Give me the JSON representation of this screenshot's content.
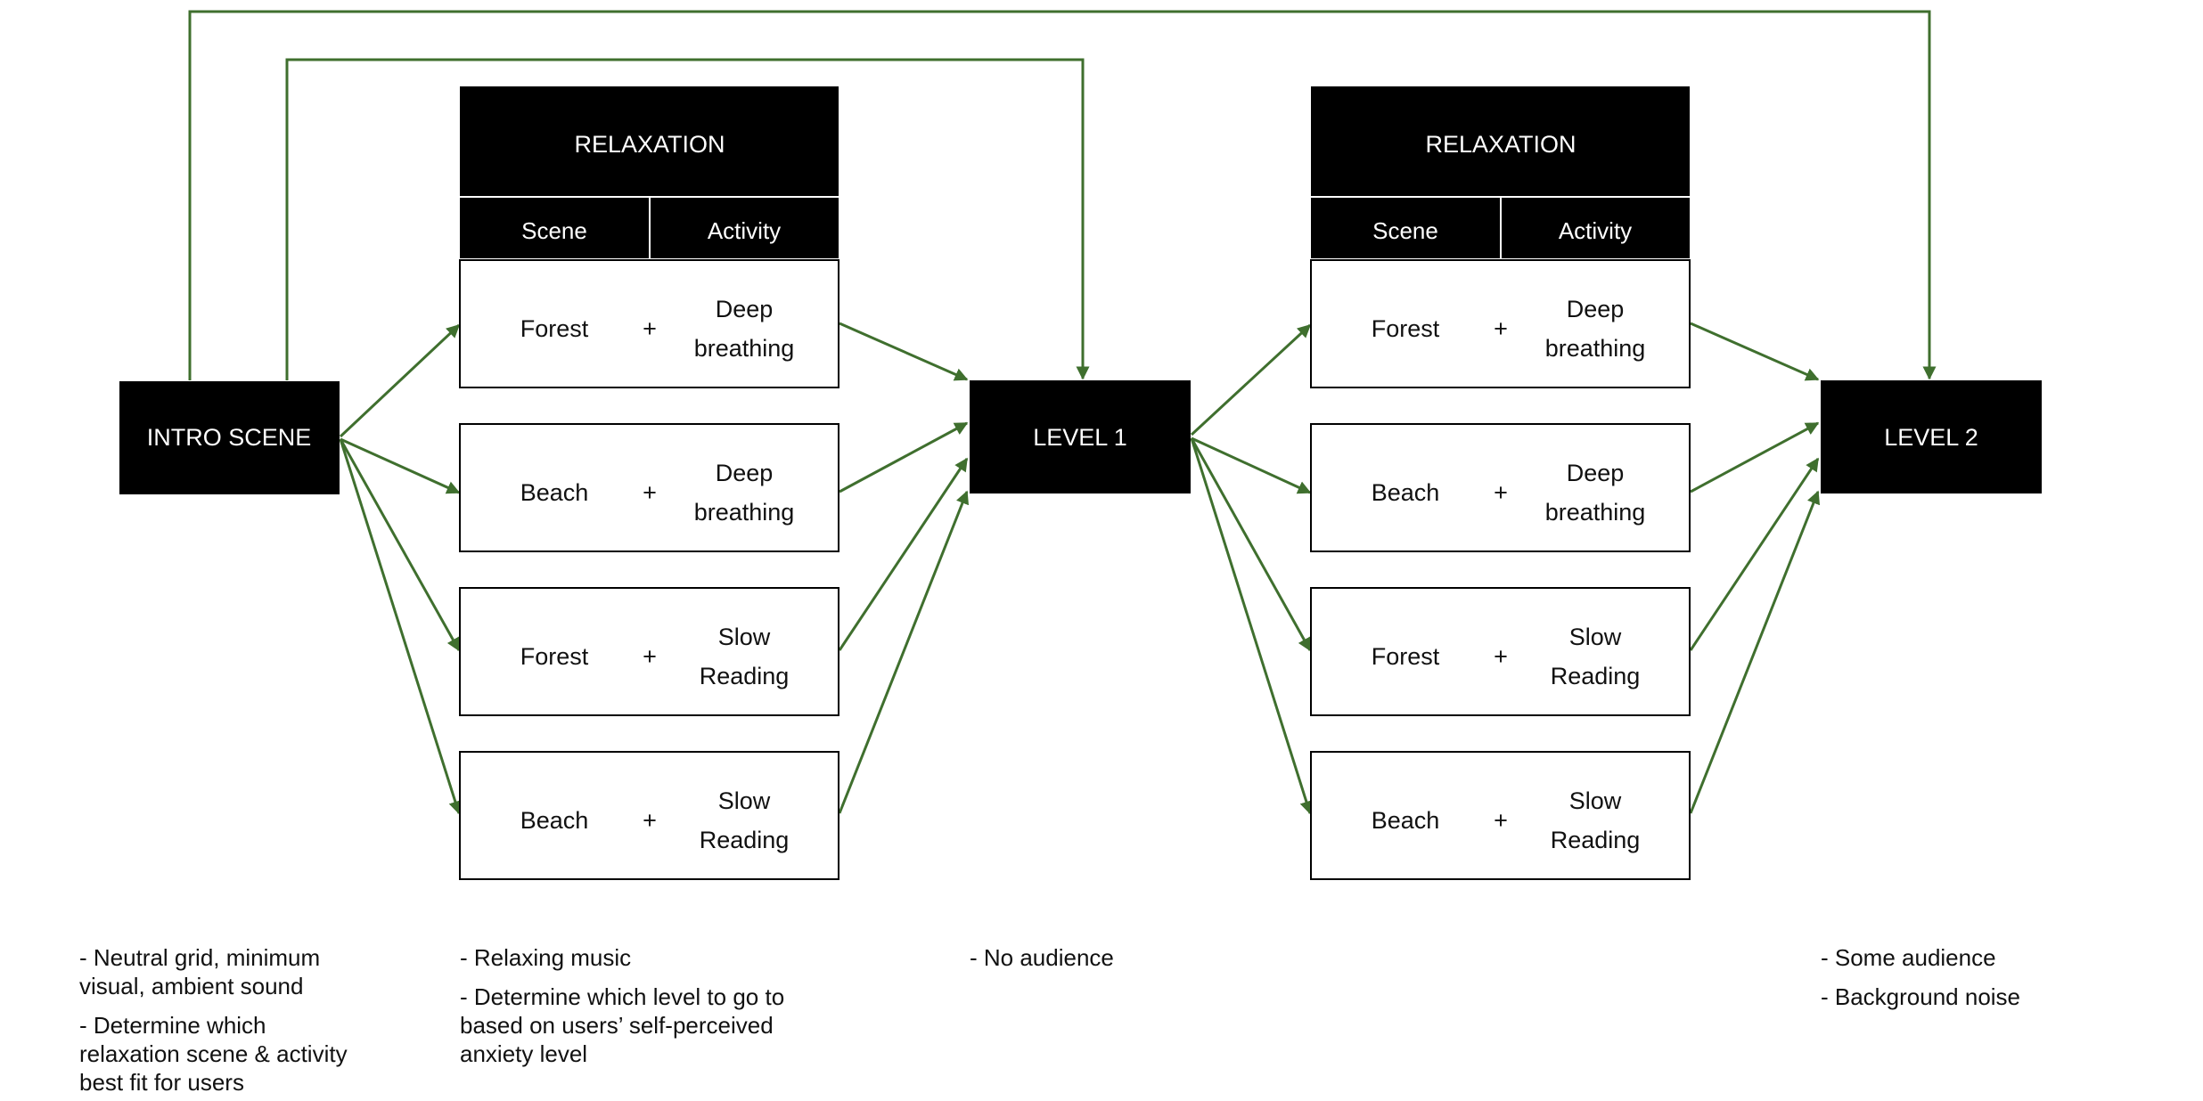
{
  "colors": {
    "arrow": "#3f6f2e",
    "node_fill": "#000000",
    "node_text": "#ffffff",
    "cell_border": "#000000"
  },
  "nodes": {
    "intro": "INTRO SCENE",
    "level1": "LEVEL 1",
    "level2": "LEVEL 2"
  },
  "tables": [
    {
      "header": "RELAXATION",
      "col_scene": "Scene",
      "col_activity": "Activity",
      "rows": [
        {
          "scene": "Forest",
          "plus": "+",
          "activity_line1": "Deep",
          "activity_line2": "breathing"
        },
        {
          "scene": "Beach",
          "plus": "+",
          "activity_line1": "Deep",
          "activity_line2": "breathing"
        },
        {
          "scene": "Forest",
          "plus": "+",
          "activity_line1": "Slow",
          "activity_line2": "Reading"
        },
        {
          "scene": "Beach",
          "plus": "+",
          "activity_line1": "Slow",
          "activity_line2": "Reading"
        }
      ]
    },
    {
      "header": "RELAXATION",
      "col_scene": "Scene",
      "col_activity": "Activity",
      "rows": [
        {
          "scene": "Forest",
          "plus": "+",
          "activity_line1": "Deep",
          "activity_line2": "breathing"
        },
        {
          "scene": "Beach",
          "plus": "+",
          "activity_line1": "Deep",
          "activity_line2": "breathing"
        },
        {
          "scene": "Forest",
          "plus": "+",
          "activity_line1": "Slow",
          "activity_line2": "Reading"
        },
        {
          "scene": "Beach",
          "plus": "+",
          "activity_line1": "Slow",
          "activity_line2": "Reading"
        }
      ]
    }
  ],
  "notes": {
    "intro": {
      "item1_line1": "- Neutral grid, minimum",
      "item1_line2": "visual, ambient sound",
      "item2_line1": "- Determine which",
      "item2_line2": "relaxation scene & activity",
      "item2_line3": "best fit for users"
    },
    "relaxation": {
      "item1_line1": "- Relaxing music",
      "item2_line1": "- Determine which level to go to",
      "item2_line2": "based on users’ self-perceived",
      "item2_line3": "anxiety level"
    },
    "level1": {
      "item1_line1": "- No audience"
    },
    "level2": {
      "item1_line1": "- Some audience",
      "item2_line1": "- Background noise"
    }
  }
}
